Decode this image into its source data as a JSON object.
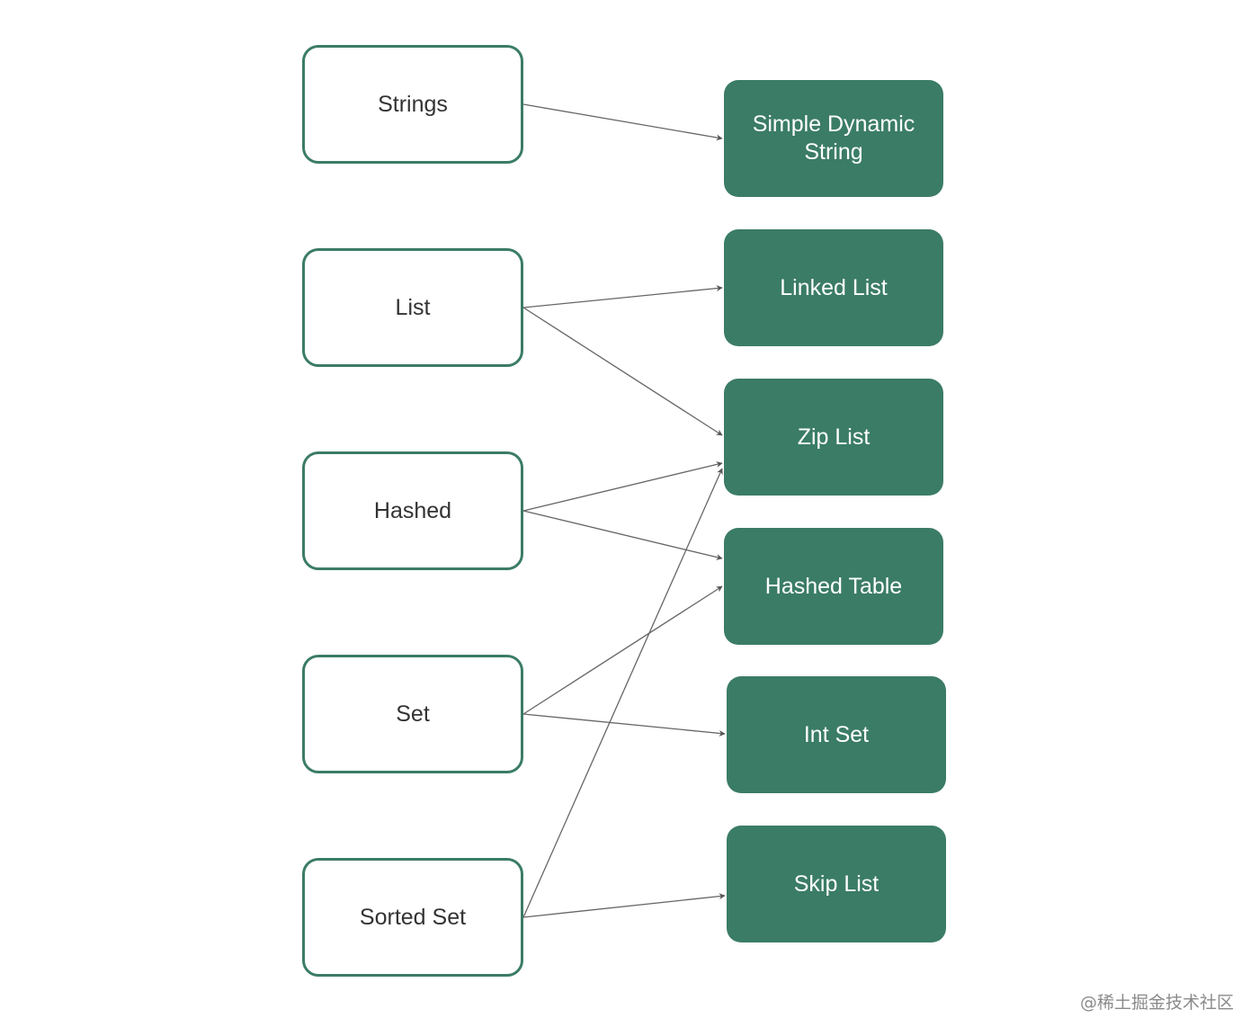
{
  "diagram": {
    "source_nodes": [
      {
        "id": "strings",
        "label": "Strings"
      },
      {
        "id": "list",
        "label": "List"
      },
      {
        "id": "hashed",
        "label": "Hashed"
      },
      {
        "id": "set",
        "label": "Set"
      },
      {
        "id": "sortedset",
        "label": "Sorted Set"
      }
    ],
    "target_nodes": [
      {
        "id": "sds",
        "label_line1": "Simple Dynamic",
        "label_line2": "String"
      },
      {
        "id": "linked",
        "label": "Linked List"
      },
      {
        "id": "zip",
        "label": "Zip List"
      },
      {
        "id": "hashtable",
        "label": "Hashed Table"
      },
      {
        "id": "intset",
        "label": "Int Set"
      },
      {
        "id": "skiplist",
        "label": "Skip List"
      }
    ],
    "edges": [
      {
        "from": "strings",
        "to": "sds"
      },
      {
        "from": "list",
        "to": "linked"
      },
      {
        "from": "list",
        "to": "zip"
      },
      {
        "from": "hashed",
        "to": "zip"
      },
      {
        "from": "hashed",
        "to": "hashtable"
      },
      {
        "from": "set",
        "to": "hashtable"
      },
      {
        "from": "set",
        "to": "intset"
      },
      {
        "from": "sortedset",
        "to": "zip"
      },
      {
        "from": "sortedset",
        "to": "skiplist"
      }
    ],
    "colors": {
      "node_fill": "#3b7c66",
      "node_border": "#3b7c66",
      "edge": "#666666"
    }
  },
  "watermark": "@稀土掘金技术社区"
}
